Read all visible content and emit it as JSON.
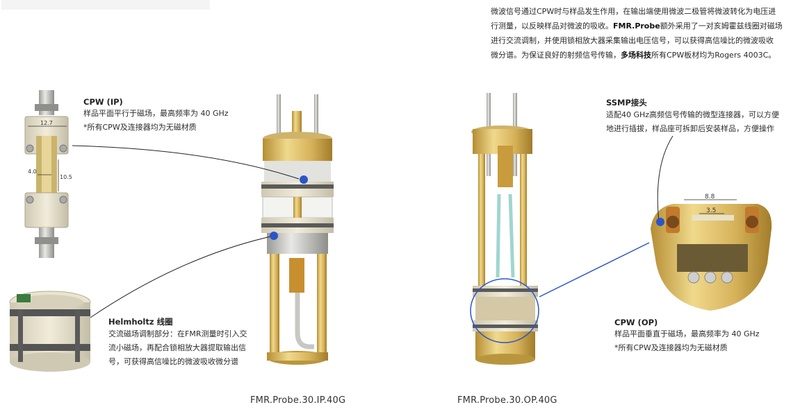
{
  "intro": {
    "line1": "微波信号通过CPW时与样品发生作用，在输出端使用微波二极管将微波转化为电压进",
    "line2": "行测量，以反映样品对微波的吸收。",
    "line2_bold": "FMR.Probe",
    "line2_rest": "额外采用了一对亥姆霍兹线圈对磁场",
    "line3": "进行交流调制，并使用锁相放大器采集输出电压信号，可以获得高信噪比的微波吸收",
    "line4a": "微分谱。为保证良好的射频信号传输，",
    "line4_bold": "多场科技",
    "line4b": "所有CPW板材均为Rogers 4003C。"
  },
  "callouts": {
    "cpw_ip": {
      "title": "CPW (IP)",
      "line1": "样品平面平行于磁场，最高频率为 40 GHz",
      "line2": "*所有CPW及连接器均为无磁材质"
    },
    "helmholtz": {
      "title": "Helmholtz 线圈",
      "line1": "交流磁场调制部分：在FMR测量时引入交",
      "line2": "流小磁场，再配合锁相放大器提取输出信",
      "line3": "号，可获得高信噪比的微波吸收微分谱"
    },
    "ssmp": {
      "title": "SSMP接头",
      "line1": "适配40 GHz高频信号传输的微型连接器，可以方便",
      "line2": "地进行插拔，样品座可拆卸后安装样品，方便操作"
    },
    "cpw_op": {
      "title": "CPW (OP)",
      "line1": "样品平面垂直于磁场，最高频率为 40 GHz",
      "line2": "*所有CPW及连接器均为无磁材质"
    }
  },
  "dimensions": {
    "cpw_width": "12.7",
    "cpw_gap": "4.0",
    "cpw_length": "10.5",
    "ssmp_outer": "8.8",
    "ssmp_inner": "3.5"
  },
  "captions": {
    "ip": "FMR.Probe.30.IP.40G",
    "op": "FMR.Probe.30.OP.40G"
  },
  "colors": {
    "accent_blue": "#2a55c9",
    "gold": "#d9b65a",
    "silver": "#c9c9c6",
    "dark_band": "#555555"
  }
}
